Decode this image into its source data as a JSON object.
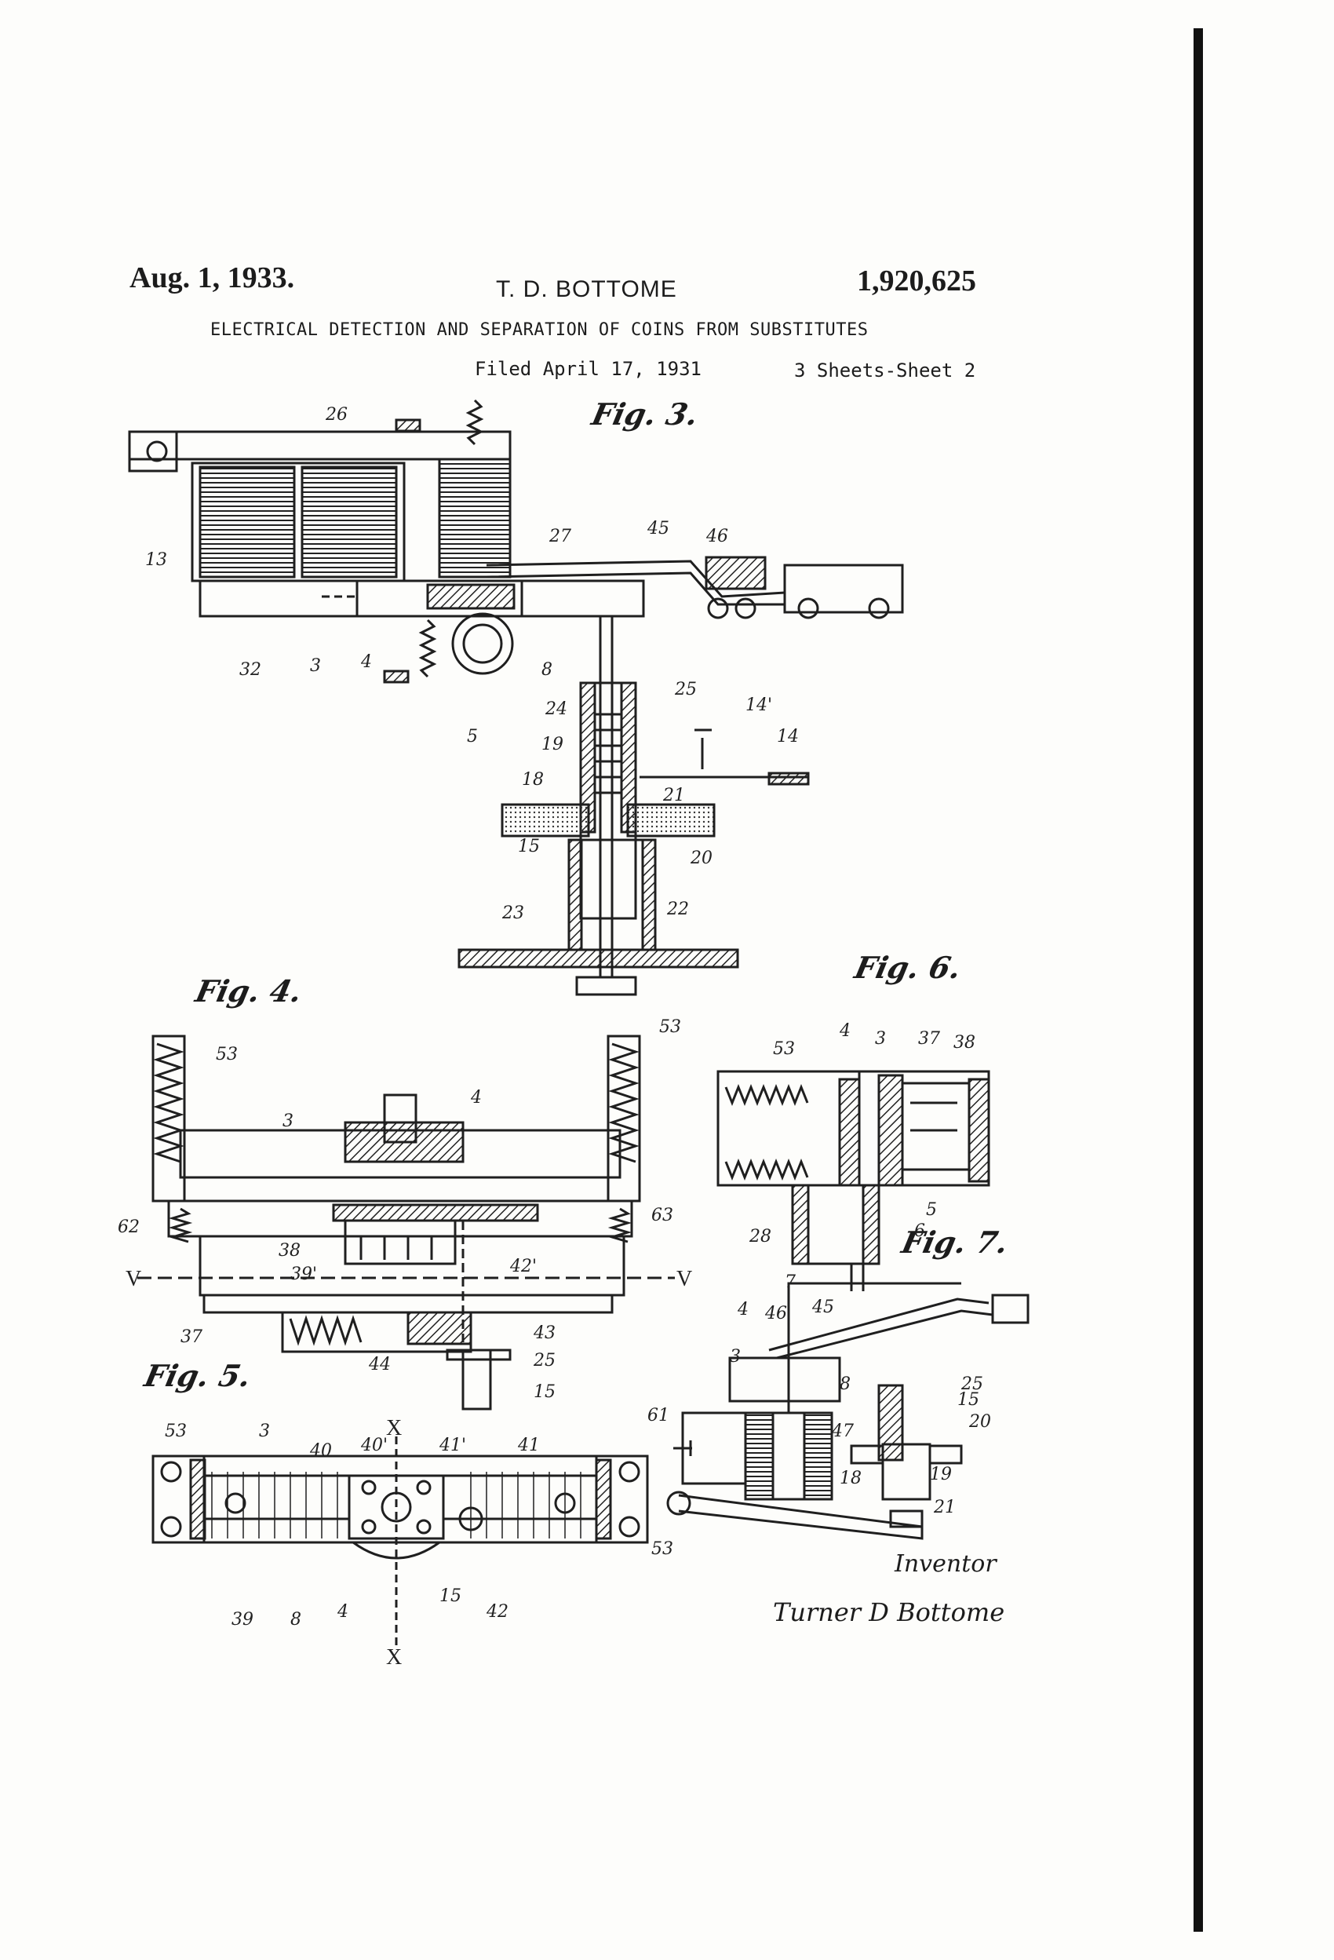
{
  "header": {
    "date": "Aug. 1, 1933.",
    "inventor": "T. D. BOTTOME",
    "patent_number": "1,920,625",
    "title": "ELECTRICAL DETECTION AND SEPARATION OF COINS FROM SUBSTITUTES",
    "filed": "Filed April 17, 1931",
    "sheets": "3 Sheets-Sheet 2"
  },
  "figures": {
    "fig3": "Fig. 3.",
    "fig4": "Fig. 4.",
    "fig5": "Fig. 5.",
    "fig6": "Fig. 6.",
    "fig7": "Fig. 7."
  },
  "refs": {
    "fig3": [
      "26",
      "13",
      "27",
      "45",
      "46",
      "32",
      "3",
      "4",
      "8",
      "5",
      "25",
      "24",
      "19",
      "14'",
      "14",
      "18",
      "21",
      "20",
      "15",
      "22",
      "23"
    ],
    "fig4": [
      "53",
      "53",
      "3",
      "4",
      "62",
      "63",
      "38",
      "39'",
      "42'",
      "37",
      "43",
      "44",
      "25",
      "15"
    ],
    "fig5": [
      "53",
      "3",
      "40",
      "40'",
      "41'",
      "41",
      "39",
      "8",
      "4",
      "15",
      "42",
      "53"
    ],
    "fig6": [
      "53",
      "4",
      "3",
      "37",
      "38",
      "5",
      "6",
      "28",
      "7"
    ],
    "fig7": [
      "4",
      "46",
      "45",
      "3",
      "8",
      "25",
      "15",
      "20",
      "61",
      "47",
      "18",
      "19",
      "21"
    ]
  },
  "section_marks": {
    "v_left": "V",
    "v_right": "V",
    "x_top": "X",
    "x_bottom": "X"
  },
  "signature_block": {
    "label": "Inventor",
    "name": "Turner D Bottome"
  }
}
